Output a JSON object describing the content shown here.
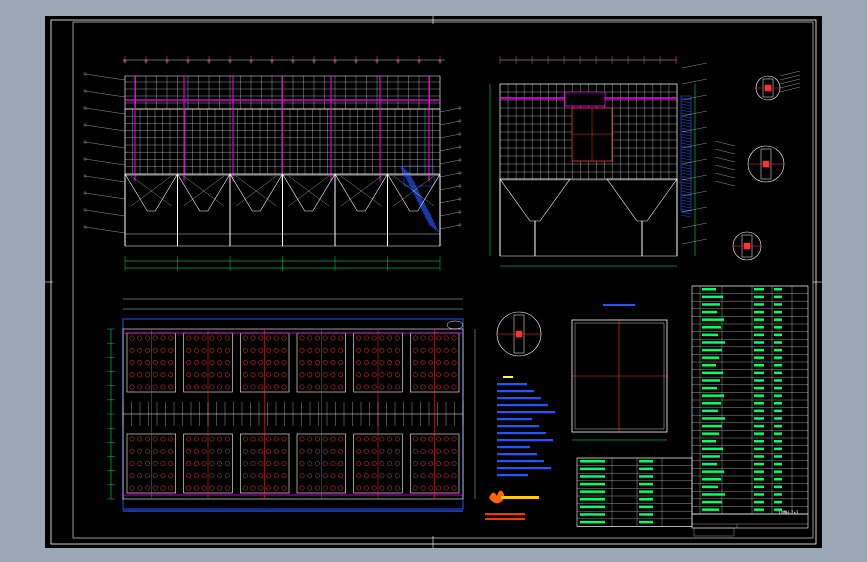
{
  "colors": {
    "background": "#9aa7b4",
    "sheet": "#000000",
    "structure": "#ffffff",
    "dimension": "#00ff66",
    "pipe": "#ff00ff",
    "centerline": "#ff3333",
    "hatch": "#2255ff",
    "leader": "#ffff33"
  },
  "titleblock": {
    "drawing_name": "LMMH-2×3",
    "company": "",
    "scale": ""
  },
  "views": {
    "front_elevation": "front-elevation",
    "side_elevation": "side-elevation",
    "plan_view": "plan-view",
    "section_detail": "section-detail",
    "window_detail": "window-detail",
    "notes": "technical-notes",
    "parts_list": "parts-list"
  }
}
